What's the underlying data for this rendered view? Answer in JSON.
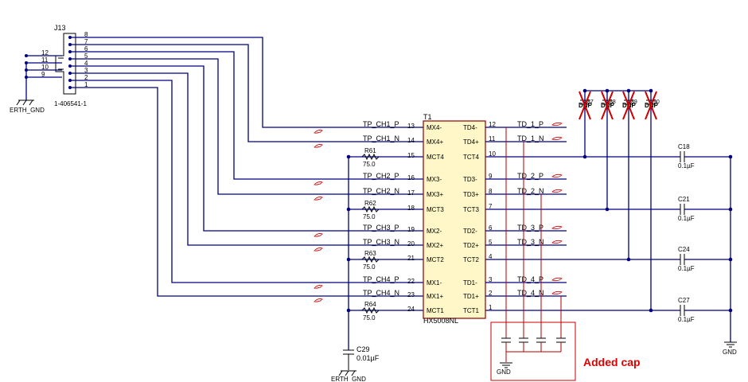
{
  "connector": {
    "ref": "J13",
    "part": "1-406541-1",
    "ground_label": "ERTH_GND",
    "pins_right": [
      "8",
      "7",
      "6",
      "5",
      "4",
      "3",
      "2",
      "1"
    ],
    "pins_left": [
      "12",
      "11",
      "10",
      "9"
    ]
  },
  "transformer": {
    "ref": "T1",
    "part": "HX5008NL",
    "left_pins": [
      {
        "num": "13",
        "name": "MX4-",
        "net": "TP_CH1_P"
      },
      {
        "num": "14",
        "name": "MX4+",
        "net": "TP_CH1_N"
      },
      {
        "num": "15",
        "name": "MCT4",
        "net": ""
      },
      {
        "num": "16",
        "name": "MX3-",
        "net": "TP_CH2_P"
      },
      {
        "num": "17",
        "name": "MX3+",
        "net": "TP_CH2_N"
      },
      {
        "num": "18",
        "name": "MCT3",
        "net": ""
      },
      {
        "num": "19",
        "name": "MX2-",
        "net": "TP_CH3_P"
      },
      {
        "num": "20",
        "name": "MX2+",
        "net": "TP_CH3_N"
      },
      {
        "num": "21",
        "name": "MCT2",
        "net": ""
      },
      {
        "num": "22",
        "name": "MX1-",
        "net": "TP_CH4_P"
      },
      {
        "num": "23",
        "name": "MX1+",
        "net": "TP_CH4_N"
      },
      {
        "num": "24",
        "name": "MCT1",
        "net": ""
      }
    ],
    "right_pins": [
      {
        "num": "12",
        "name": "TD4-",
        "net": "TD_1_P"
      },
      {
        "num": "11",
        "name": "TD4+",
        "net": "TD_1_N"
      },
      {
        "num": "10",
        "name": "TCT4",
        "net": ""
      },
      {
        "num": "9",
        "name": "TD3-",
        "net": "TD_2_P"
      },
      {
        "num": "8",
        "name": "TD3+",
        "net": "TD_2_N"
      },
      {
        "num": "7",
        "name": "TCT3",
        "net": ""
      },
      {
        "num": "6",
        "name": "TD2-",
        "net": "TD_3_P"
      },
      {
        "num": "5",
        "name": "TD2+",
        "net": "TD_3_N"
      },
      {
        "num": "4",
        "name": "TCT2",
        "net": ""
      },
      {
        "num": "3",
        "name": "TD1-",
        "net": "TD_4_P"
      },
      {
        "num": "2",
        "name": "TD1+",
        "net": "TD_4_N"
      },
      {
        "num": "1",
        "name": "TCT1",
        "net": ""
      }
    ]
  },
  "resistors": [
    {
      "ref": "R61",
      "value": "75.0"
    },
    {
      "ref": "R62",
      "value": "75.0"
    },
    {
      "ref": "R63",
      "value": "75.0"
    },
    {
      "ref": "R64",
      "value": "75.0"
    }
  ],
  "caps_right": [
    {
      "ref": "C18",
      "value": "0.1µF"
    },
    {
      "ref": "C21",
      "value": "0.1µF"
    },
    {
      "ref": "C24",
      "value": "0.1µF"
    },
    {
      "ref": "C27",
      "value": "0.1µF"
    }
  ],
  "cap_left": {
    "ref": "C29",
    "value": "0.01µF",
    "ground": "ERTH_GND"
  },
  "dnp_caps": [
    {
      "ref": "87",
      "label": "DNP"
    },
    {
      "ref": "88",
      "label": "DNP"
    },
    {
      "ref": "89",
      "label": "DNP"
    },
    {
      "ref": "90",
      "label": "DNP"
    }
  ],
  "gnd_right": "GND",
  "added_cap_group": {
    "ground": "GND",
    "annotation": "Added cap"
  },
  "colors": {
    "wire": "#000080",
    "part": "#000000",
    "ic_fill": "#fff7c8",
    "ic_border": "#8b0000",
    "highlight": "#cc0000",
    "annotation": "#e00000"
  }
}
